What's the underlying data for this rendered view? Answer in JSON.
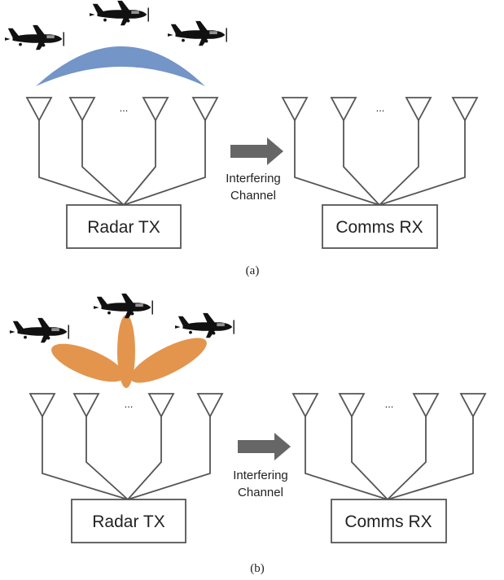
{
  "panels": [
    {
      "caption": "(a)",
      "tx_label": "Radar TX",
      "rx_label": "Comms RX",
      "channel_line1": "Interfering",
      "channel_line2": "Channel",
      "ellipsis_tx": "...",
      "ellipsis_rx": "...",
      "beam_style": "wide-arc"
    },
    {
      "caption": "(b)",
      "tx_label": "Radar TX",
      "rx_label": "Comms RX",
      "channel_line1": "Interfering",
      "channel_line2": "Channel",
      "ellipsis_tx": "...",
      "ellipsis_rx": "...",
      "beam_style": "three-lobes"
    }
  ],
  "colors": {
    "wide_beam": "#6b8fc4",
    "lobe_beam": "#e08a3a",
    "arrow": "#666666",
    "aircraft": "#111111"
  }
}
